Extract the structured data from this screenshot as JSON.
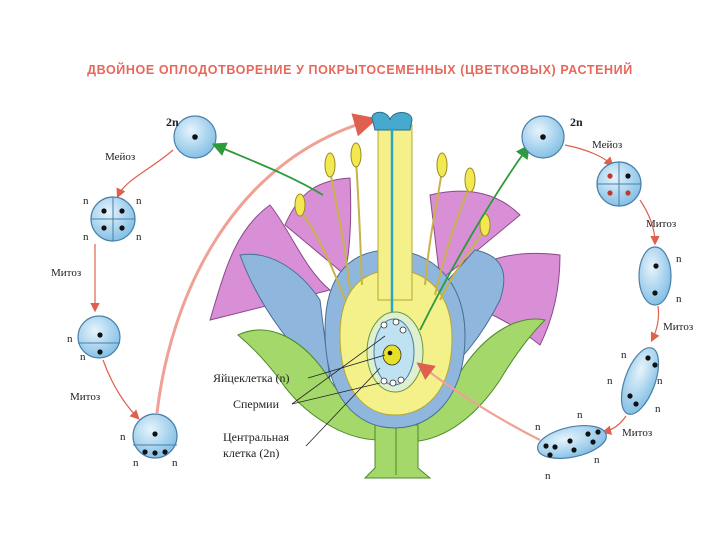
{
  "title": "ДВОЙНОЕ ОПЛОДОТВОРЕНИЕ У ПОКРЫТОСЕМЕННЫХ (ЦВЕТКОВЫХ) РАСТЕНИЙ",
  "left_cycle": {
    "ploidy_2n": "2n",
    "meiosis": "Мейоз",
    "mitosis_1": "Митоз",
    "mitosis_2": "Митоз",
    "n": "n"
  },
  "right_cycle": {
    "ploidy_2n": "2n",
    "meiosis": "Мейоз",
    "mitosis_1": "Митоз",
    "mitosis_2": "Митоз",
    "mitosis_3": "Митоз",
    "n": "n"
  },
  "annotations": {
    "egg_cell": "Яйцеклетка (n)",
    "sperm": "Спермии",
    "central_cell_line1": "Центральная",
    "central_cell_line2": "клетка (2n)"
  },
  "colors": {
    "title": "#e8675a",
    "cell_fill": "#a9d4ee",
    "arrow_red": "#e0604f",
    "arrow_green": "#2e9a3a",
    "petal": "#d98fd6",
    "leaf": "#a5d86a",
    "ovary": "#f4f08a",
    "sepal_blue": "#8fb6dc"
  }
}
